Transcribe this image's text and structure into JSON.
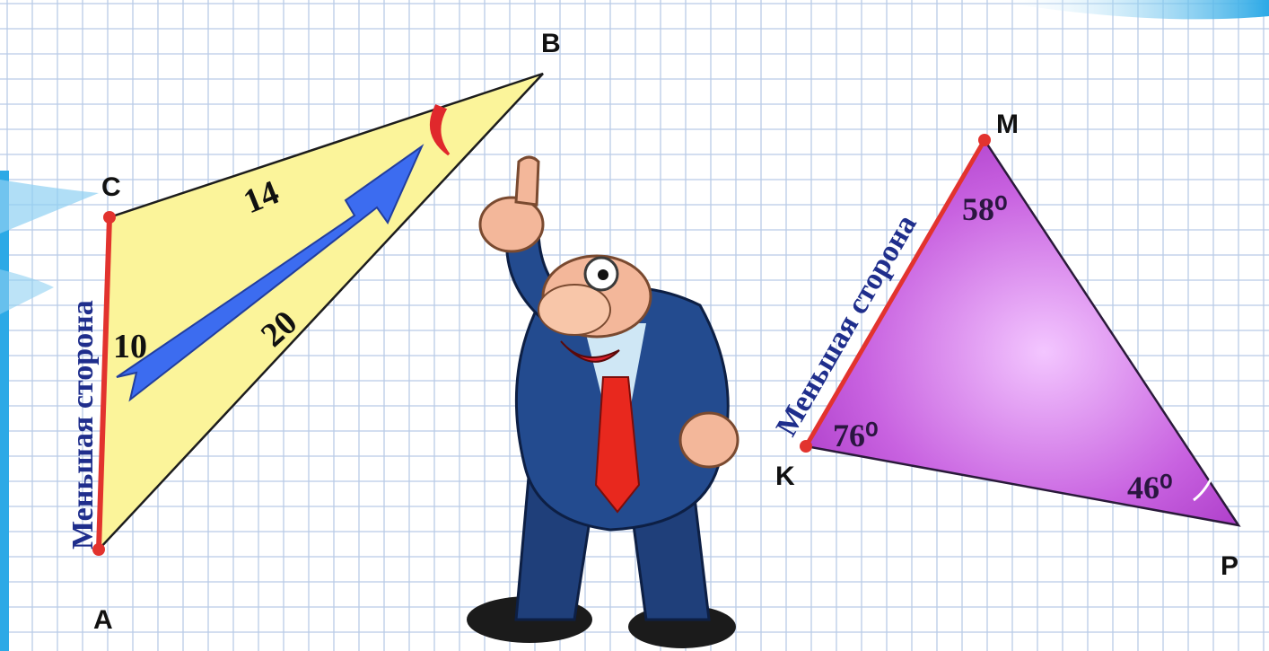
{
  "colors": {
    "grid": "#b9cbe6",
    "yellow_fill": "#fbf49a",
    "violet_fill": "#c25bd9",
    "red_side": "#e2332e",
    "arrow_blue": "#3c6cf0",
    "label_blue": "#1f2e8c",
    "angle_red": "#e0282c",
    "dark_text": "#111111",
    "frame_cyan": "#2ca9e6"
  },
  "triangle_abc": {
    "vertices": {
      "a": "A",
      "b": "B",
      "c": "C"
    },
    "sides": {
      "cb": "14",
      "ab": "20",
      "ac": "10"
    },
    "smaller_side_label": "Меньшая сторона"
  },
  "triangle_kmp": {
    "vertices": {
      "k": "K",
      "m": "M",
      "p": "P"
    },
    "angles": {
      "m": "58⁰",
      "k": "76⁰",
      "p": "46⁰"
    },
    "smaller_side_label": "Меньшая сторона"
  },
  "character": {
    "icon": "professor-pointing-up-icon"
  }
}
